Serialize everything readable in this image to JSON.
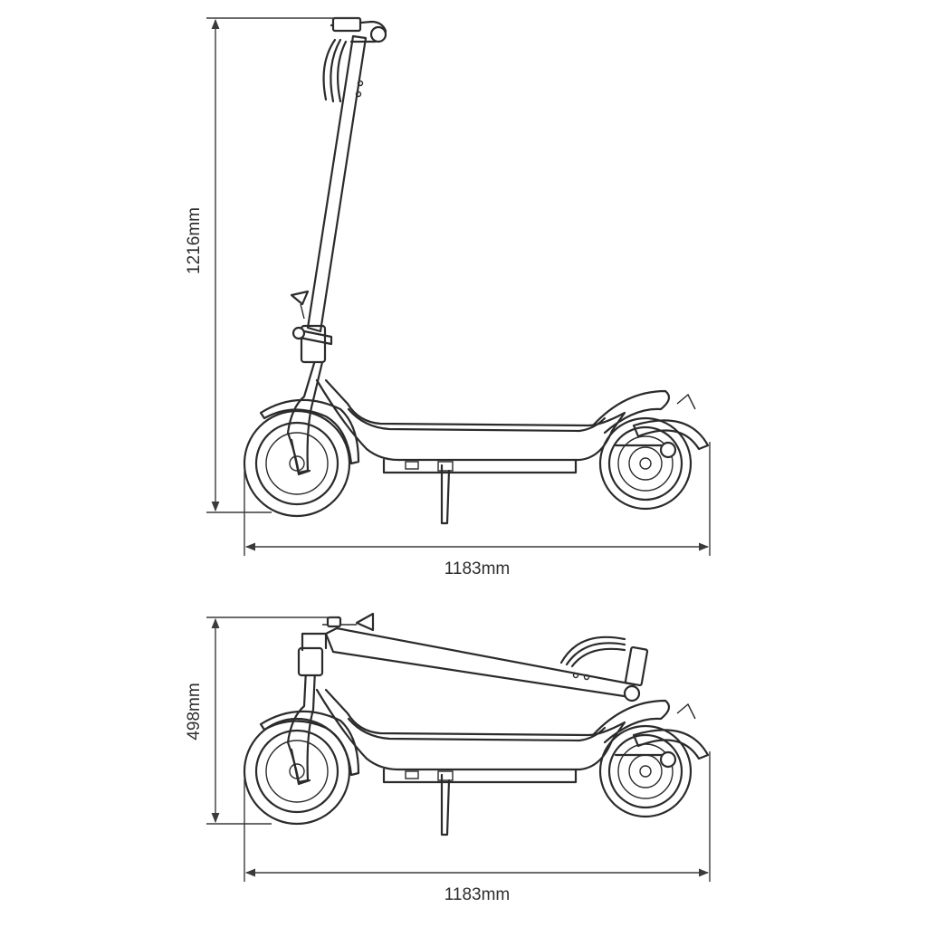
{
  "unfolded": {
    "height_label": "1216mm",
    "length_label": "1183mm"
  },
  "folded": {
    "height_label": "498mm",
    "length_label": "1183mm"
  }
}
